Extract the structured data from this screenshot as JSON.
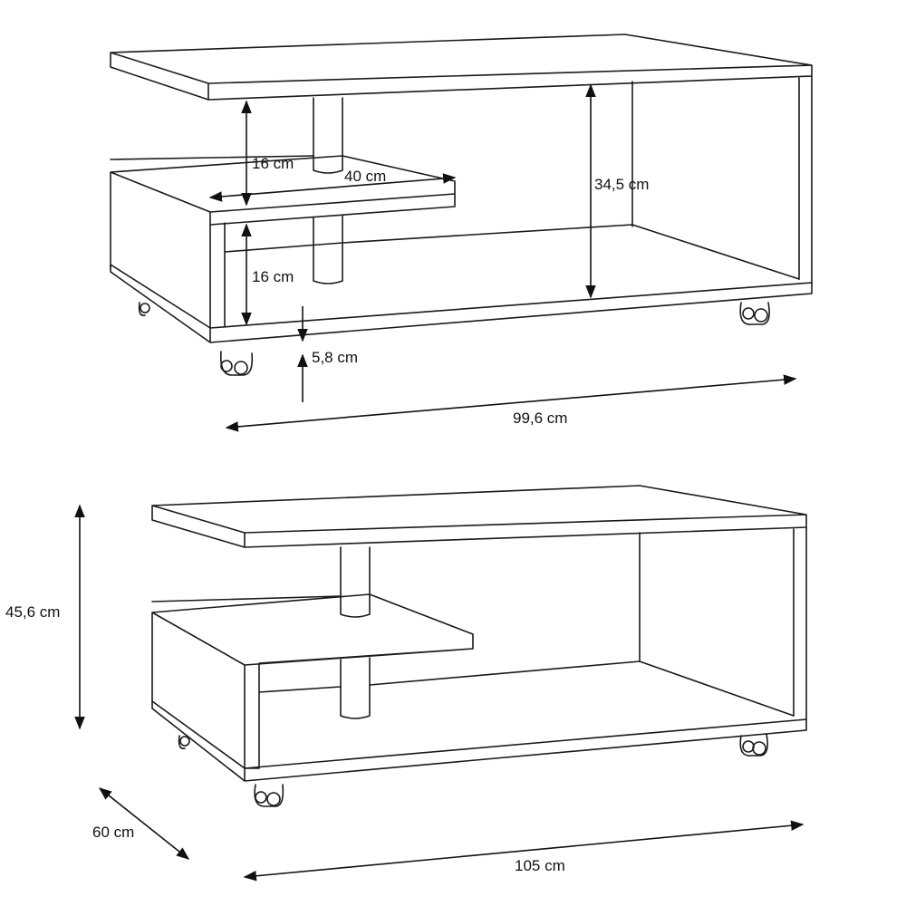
{
  "top_view": {
    "shelf_gap_upper": "16 cm",
    "shelf_depth": "40 cm",
    "shelf_gap_lower": "16 cm",
    "inner_height": "34,5 cm",
    "floor_clearance": "5,8 cm",
    "inner_width": "99,6 cm"
  },
  "bottom_view": {
    "total_height": "45,6 cm",
    "depth": "60 cm",
    "width": "105 cm"
  }
}
